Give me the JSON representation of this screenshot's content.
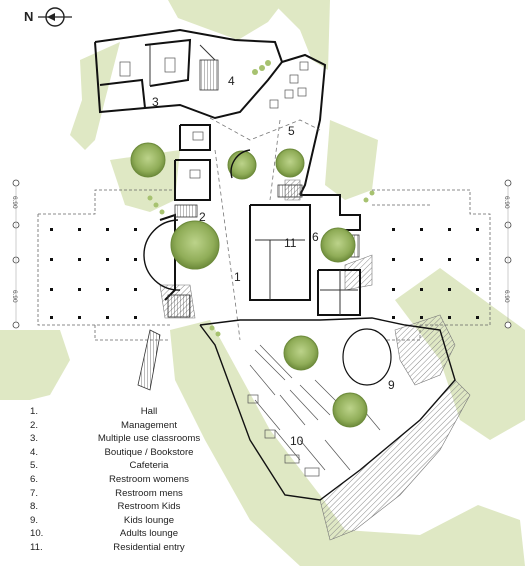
{
  "north_label": "N",
  "room_numbers": [
    "1",
    "2",
    "3",
    "4",
    "5",
    "6",
    "9",
    "10",
    "11"
  ],
  "dimension_labels": [
    "6.90",
    "6.90",
    "6.90",
    "6.90"
  ],
  "legend": [
    {
      "num": "1.",
      "label": "Hall"
    },
    {
      "num": "2.",
      "label": "Management"
    },
    {
      "num": "3.",
      "label": "Multiple use classrooms"
    },
    {
      "num": "4.",
      "label": "Boutique / Bookstore"
    },
    {
      "num": "5.",
      "label": "Cafeteria"
    },
    {
      "num": "6.",
      "label": "Restroom womens"
    },
    {
      "num": "7.",
      "label": "Restroom mens"
    },
    {
      "num": "8.",
      "label": "Restroom Kids"
    },
    {
      "num": "9.",
      "label": "Kids lounge"
    },
    {
      "num": "10.",
      "label": "Adults lounge"
    },
    {
      "num": "11.",
      "label": "Residential entry"
    }
  ],
  "colors": {
    "landscape": "#dfe8c4",
    "tree": "#a7c270",
    "tree_dark": "#6f8f3d",
    "wall": "#111111",
    "hatch": "#9a9a9a"
  }
}
